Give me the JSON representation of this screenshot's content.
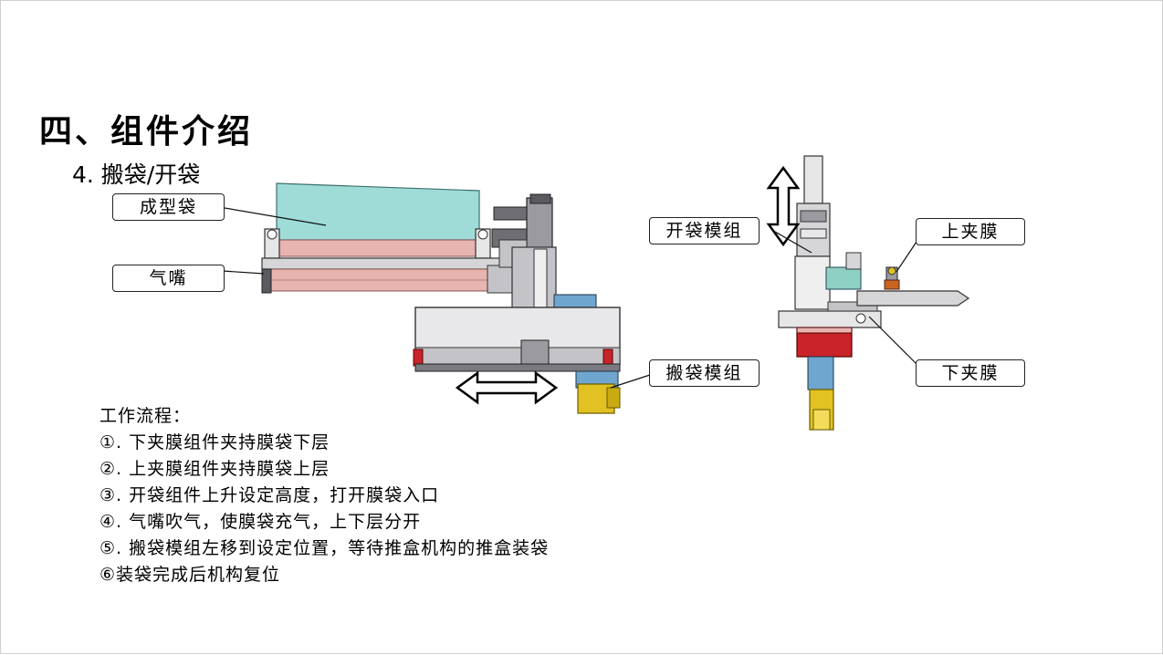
{
  "slide": {
    "title": "四、组件介绍",
    "subtitle": "4. 搬袋/开袋"
  },
  "callouts": {
    "forming_bag": "成型袋",
    "air_nozzle": "气嘴",
    "bag_moving_module": "搬袋模组",
    "bag_opening_module": "开袋模组",
    "upper_film_clamp": "上夹膜",
    "lower_film_clamp": "下夹膜"
  },
  "workflow": {
    "heading": "工作流程：",
    "steps": [
      "①. 下夹膜组件夹持膜袋下层",
      "②. 上夹膜组件夹持膜袋上层",
      "③. 开袋组件上升设定高度，打开膜袋入口",
      "④. 气嘴吹气，使膜袋充气，上下层分开",
      "⑤. 搬袋模组左移到设定位置，等待推盒机构的推盒装袋",
      "⑥装袋完成后机构复位"
    ]
  },
  "colors": {
    "bag_cyan": "#9fdcd8",
    "bag_pink": "#e8b4b0",
    "machine_gray": "#c4c4c8",
    "machine_dark": "#5a5a60",
    "motor_yellow": "#e2c222",
    "block_red": "#c8242a",
    "block_blue": "#6fa6cf",
    "block_teal": "#8fd0c4"
  },
  "icons": {
    "horizontal_arrow": "double-headed-horizontal-arrow",
    "vertical_arrow": "double-headed-vertical-arrow"
  }
}
